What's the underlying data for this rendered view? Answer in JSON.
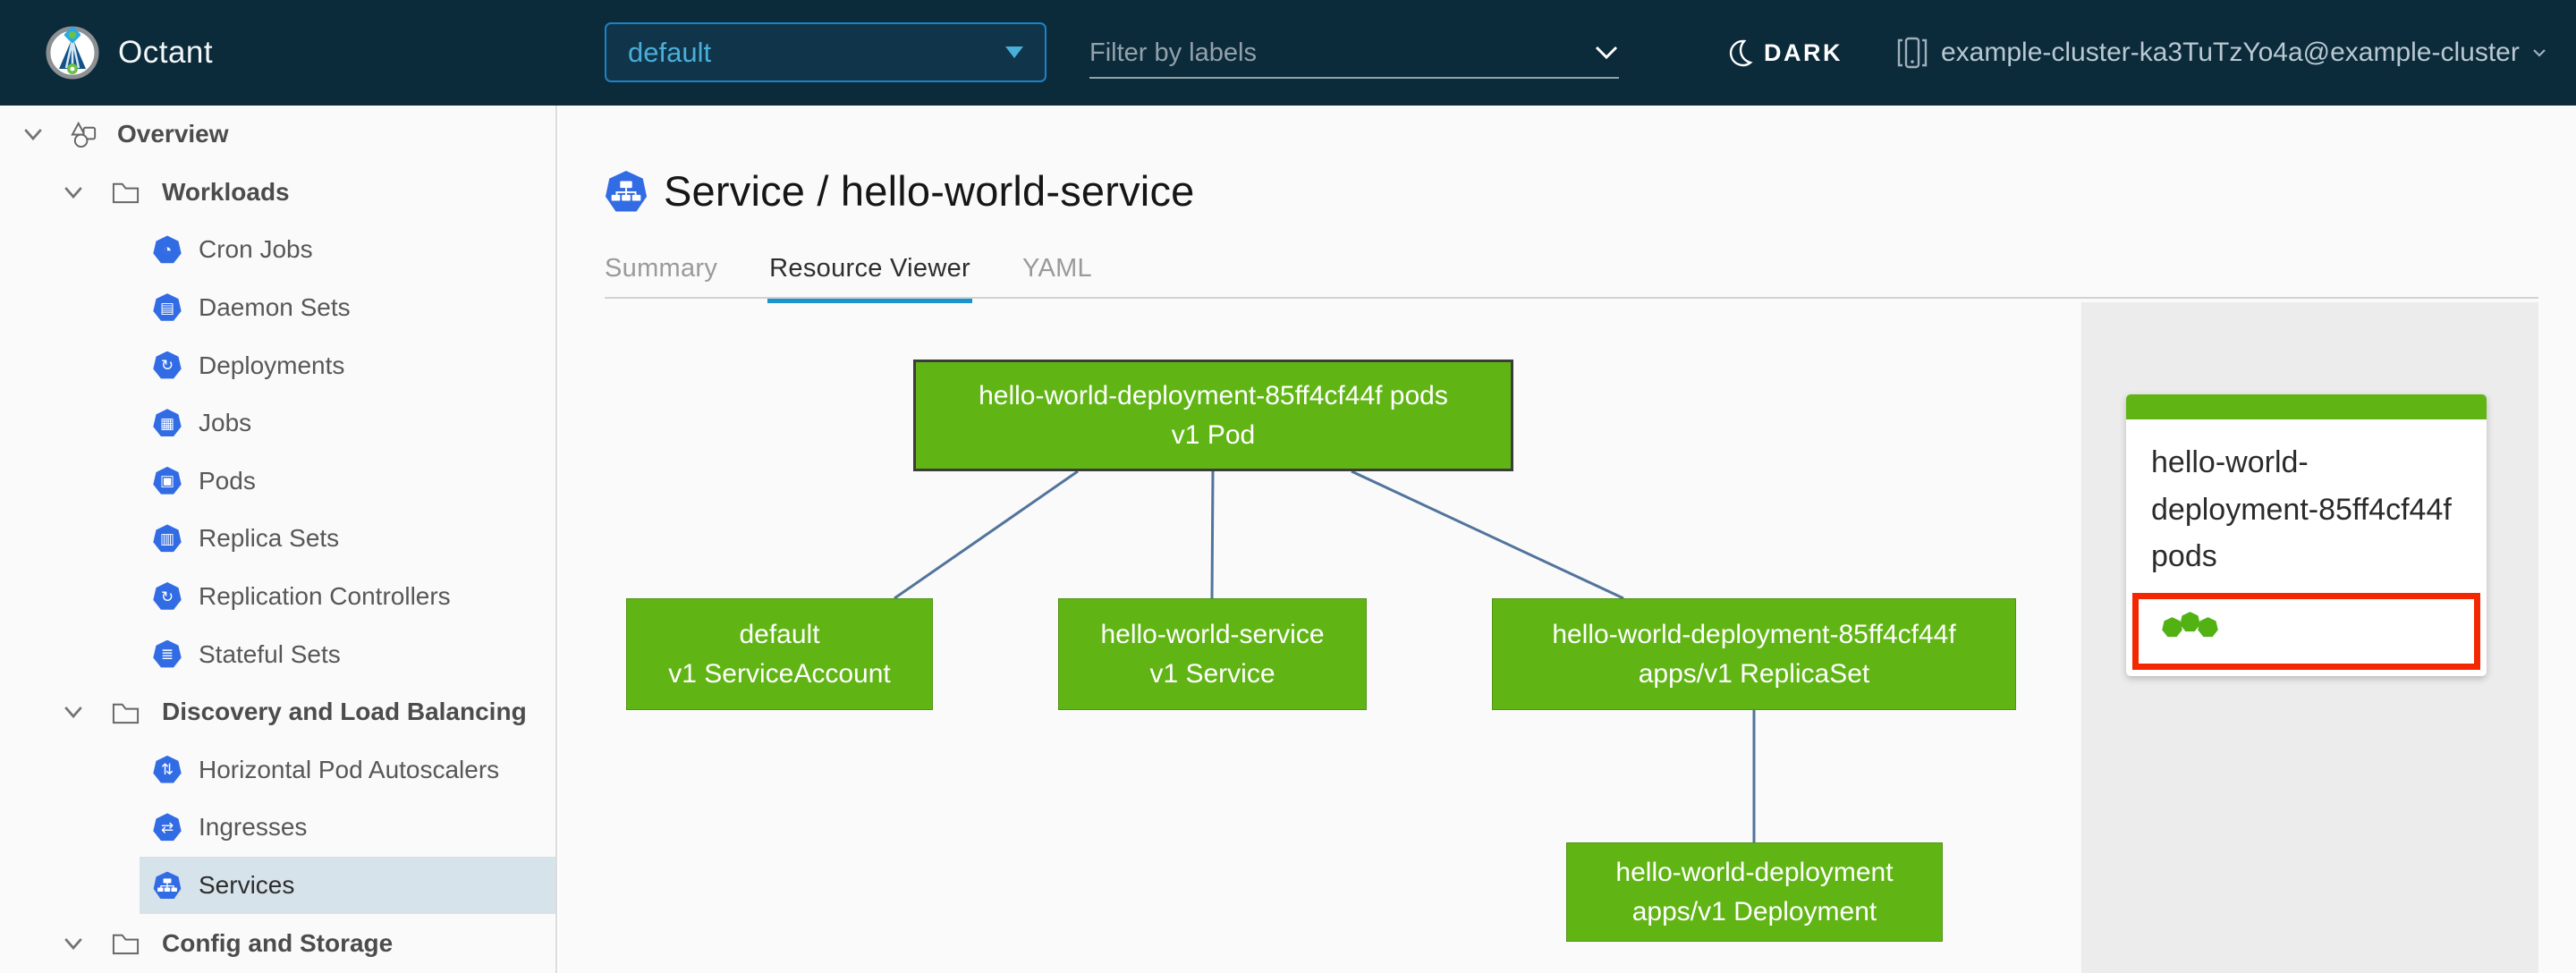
{
  "header": {
    "app_title": "Octant",
    "namespace_selector": {
      "value": "default"
    },
    "filter": {
      "placeholder": "Filter by labels"
    },
    "theme_toggle": {
      "label": "DARK"
    },
    "cluster": {
      "label": "example-cluster-ka3TuTzYo4a@example-cluster"
    }
  },
  "sidebar": {
    "items": [
      {
        "label": "Overview",
        "level": 0,
        "type": "root",
        "icon": "objects-icon",
        "expanded": true
      },
      {
        "label": "Workloads",
        "level": 1,
        "type": "group",
        "icon": "folder-icon",
        "expanded": true
      },
      {
        "label": "Cron Jobs",
        "level": 2,
        "type": "resource",
        "icon": "cronjob-icon",
        "glyph": "◔"
      },
      {
        "label": "Daemon Sets",
        "level": 2,
        "type": "resource",
        "icon": "daemonset-icon",
        "glyph": "▤"
      },
      {
        "label": "Deployments",
        "level": 2,
        "type": "resource",
        "icon": "deployment-icon",
        "glyph": "↻"
      },
      {
        "label": "Jobs",
        "level": 2,
        "type": "resource",
        "icon": "job-icon",
        "glyph": "▦"
      },
      {
        "label": "Pods",
        "level": 2,
        "type": "resource",
        "icon": "pod-icon",
        "glyph": "▣"
      },
      {
        "label": "Replica Sets",
        "level": 2,
        "type": "resource",
        "icon": "replicaset-icon",
        "glyph": "▥"
      },
      {
        "label": "Replication Controllers",
        "level": 2,
        "type": "resource",
        "icon": "replicationcontroller-icon",
        "glyph": "↻"
      },
      {
        "label": "Stateful Sets",
        "level": 2,
        "type": "resource",
        "icon": "statefulset-icon",
        "glyph": "≣"
      },
      {
        "label": "Discovery and Load Balancing",
        "level": 1,
        "type": "group",
        "icon": "folder-icon",
        "expanded": true
      },
      {
        "label": "Horizontal Pod Autoscalers",
        "level": 2,
        "type": "resource",
        "icon": "hpa-icon",
        "glyph": "⇅"
      },
      {
        "label": "Ingresses",
        "level": 2,
        "type": "resource",
        "icon": "ingress-icon",
        "glyph": "⇄"
      },
      {
        "label": "Services",
        "level": 2,
        "type": "resource",
        "icon": "service-icon",
        "active": true
      },
      {
        "label": "Config and Storage",
        "level": 1,
        "type": "group",
        "icon": "folder-icon",
        "expanded": true
      }
    ]
  },
  "main": {
    "title": "Service / hello-world-service",
    "title_icon": "service-icon",
    "tabs": [
      {
        "label": "Summary",
        "active": false
      },
      {
        "label": "Resource Viewer",
        "active": true
      },
      {
        "label": "YAML",
        "active": false
      }
    ]
  },
  "graph": {
    "nodes": [
      {
        "id": "pod",
        "name": "hello-world-deployment-85ff4cf44f pods",
        "kind": "v1 Pod",
        "selected": true
      },
      {
        "id": "serviceaccount",
        "name": "default",
        "kind": "v1 ServiceAccount",
        "selected": false
      },
      {
        "id": "service",
        "name": "hello-world-service",
        "kind": "v1 Service",
        "selected": false
      },
      {
        "id": "replicaset",
        "name": "hello-world-deployment-85ff4cf44f",
        "kind": "apps/v1 ReplicaSet",
        "selected": false
      },
      {
        "id": "deployment",
        "name": "hello-world-deployment",
        "kind": "apps/v1 Deployment",
        "selected": false
      }
    ],
    "edges": [
      {
        "from": "pod",
        "to": "serviceaccount"
      },
      {
        "from": "pod",
        "to": "service"
      },
      {
        "from": "pod",
        "to": "replicaset"
      },
      {
        "from": "replicaset",
        "to": "deployment"
      }
    ]
  },
  "panel": {
    "card": {
      "title": "hello-world-deployment-85ff4cf44f pods",
      "status_dot_count": 3
    }
  },
  "colors": {
    "header_bg": "#0b2a3a",
    "accent_blue": "#49afd9",
    "node_green": "#60b515",
    "k8s_icon_blue": "#326ce5",
    "tab_underline": "#1b93cc",
    "edge_blue": "#52749c",
    "highlight_red": "#f32800",
    "sidebar_active_bg": "#d7e3ea"
  }
}
